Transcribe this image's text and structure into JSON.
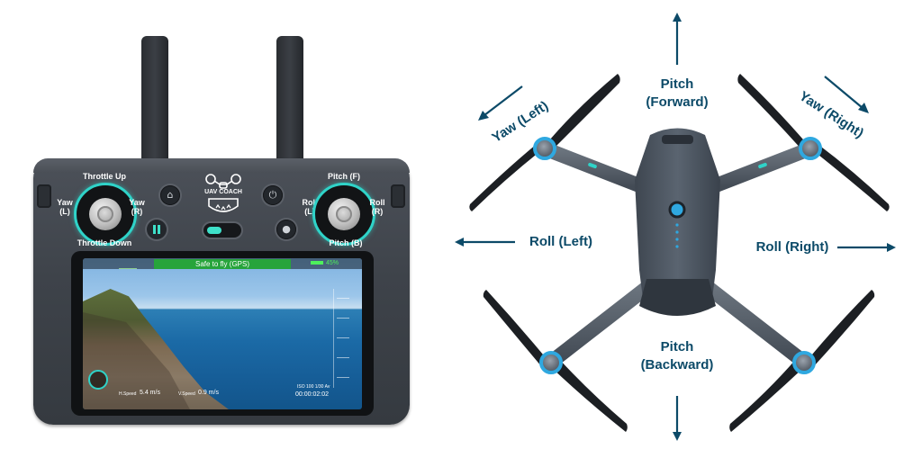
{
  "controller": {
    "left_stick": {
      "top": "Throttle Up",
      "bottom": "Throttle Down",
      "left": [
        "Yaw",
        "(L)"
      ],
      "right": [
        "Yaw",
        "(R)"
      ]
    },
    "right_stick": {
      "top": "Pitch (F)",
      "bottom": "Pitch (B)",
      "left": [
        "Roll",
        "(L)"
      ],
      "right": [
        "Roll",
        "(R)"
      ]
    },
    "logo_text": "UAV COACH",
    "accent_color": "#2fd3c8"
  },
  "screen": {
    "status_text": "Safe to fly (GPS)",
    "battery": "45%",
    "h_speed_label": "H.Speed",
    "h_speed": "5.4 m/s",
    "v_speed_label": "V.Speed",
    "v_speed": "0.9 m/s",
    "camera_settings": "ISO 100  1/30  Av",
    "timer": "00:00:02:02",
    "status_color": "#27a43b"
  },
  "drone": {
    "labels": {
      "pitch_forward": [
        "Pitch",
        "(Forward)"
      ],
      "pitch_backward": [
        "Pitch",
        "(Backward)"
      ],
      "roll_left": "Roll (Left)",
      "roll_right": "Roll (Right)",
      "yaw_left": "Yaw (Left)",
      "yaw_right": "Yaw (Right)"
    },
    "label_color": "#0c4a68",
    "arrow_color": "#0c4a68",
    "led_color": "#2fa8e0"
  }
}
